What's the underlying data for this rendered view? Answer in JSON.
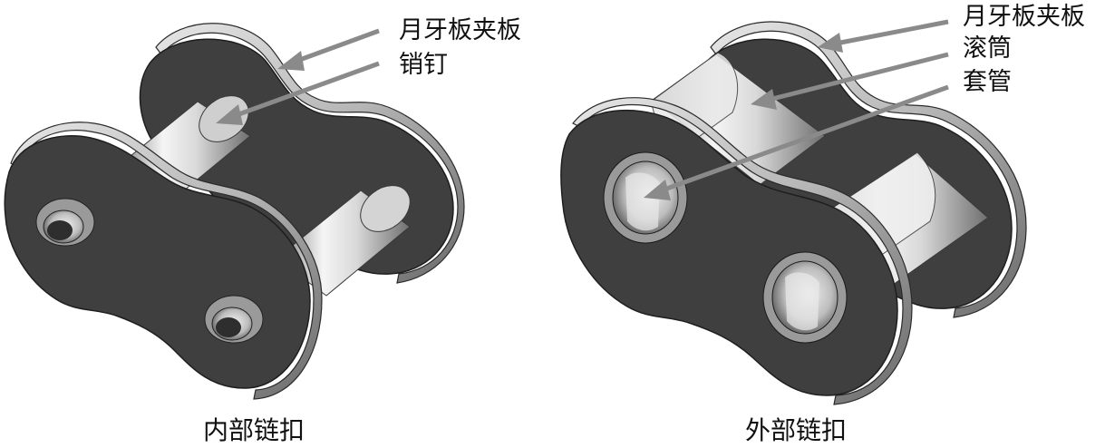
{
  "labels": {
    "left_plate": "月牙板夹板",
    "pin": "销钉",
    "right_plate": "月牙板夹板",
    "roller": "滚筒",
    "bushing": "套管"
  },
  "captions": {
    "inner_link": "内部链扣",
    "outer_link": "外部链扣"
  },
  "colors": {
    "plate": "#3f3f3f",
    "metal_light": "#f2f2f2",
    "metal_dark": "#8c8c8c",
    "arrow": "#8a8a8a"
  }
}
